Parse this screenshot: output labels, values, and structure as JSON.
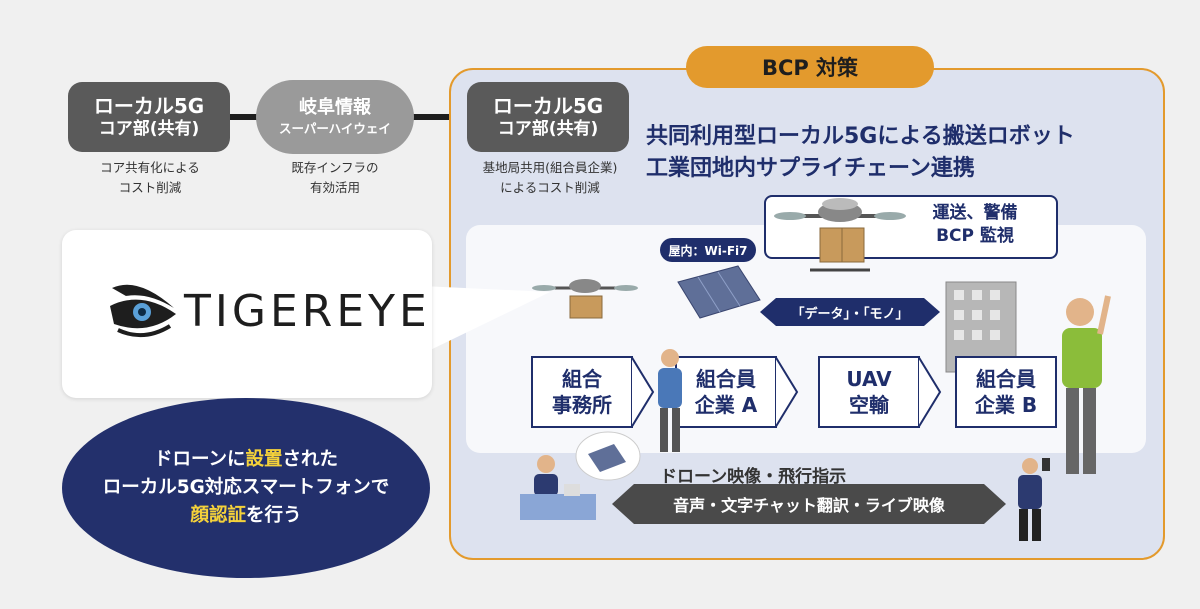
{
  "core_left": {
    "line1": "ローカル5G",
    "line2": "コア部(共有)"
  },
  "core_left_caption": [
    "コア共有化による",
    "コスト削減"
  ],
  "gifu": {
    "line1": "岐阜情報",
    "line2": "スーパーハイウェイ"
  },
  "gifu_caption": [
    "既存インフラの",
    "有効活用"
  ],
  "core_right": {
    "line1": "ローカル5G",
    "line2": "コア部(共有)"
  },
  "core_right_caption": [
    "基地局共用(組合員企業)",
    "によるコスト削減"
  ],
  "bcp": {
    "tab": "BCP 対策",
    "headline": [
      "共同利用型ローカル5Gによる搬送ロボット",
      "工業団地内サプライチェーン連携"
    ],
    "patrol": [
      "運送、警備",
      "BCP 監視"
    ],
    "wifi": "屋内：Wi-Fi7",
    "data_bar": "「データ」・「モノ」",
    "flow": [
      {
        "l1": "組合",
        "l2": "事務所"
      },
      {
        "l1": "組合員",
        "l2": "企業 A"
      },
      {
        "l1": "UAV",
        "l2": "空輸"
      },
      {
        "l1": "組合員",
        "l2": "企業 B"
      }
    ],
    "drone_label": "ドローン映像・飛行指示",
    "voice_bar": "音声・文字チャット翻訳・ライブ映像"
  },
  "logo": {
    "text": "TIGEREYE"
  },
  "ellipse": {
    "l1_a": "ドローンに",
    "l1_hl": "設置",
    "l1_b": "された",
    "l2": "ローカル5G対応スマートフォンで",
    "l3_hl": "顔認証",
    "l3_b": "を行う"
  },
  "colors": {
    "navy": "#1f2e6b",
    "orange": "#e39a2d",
    "dark_gray": "#5a5a5a",
    "highlight": "#f5d23a"
  }
}
